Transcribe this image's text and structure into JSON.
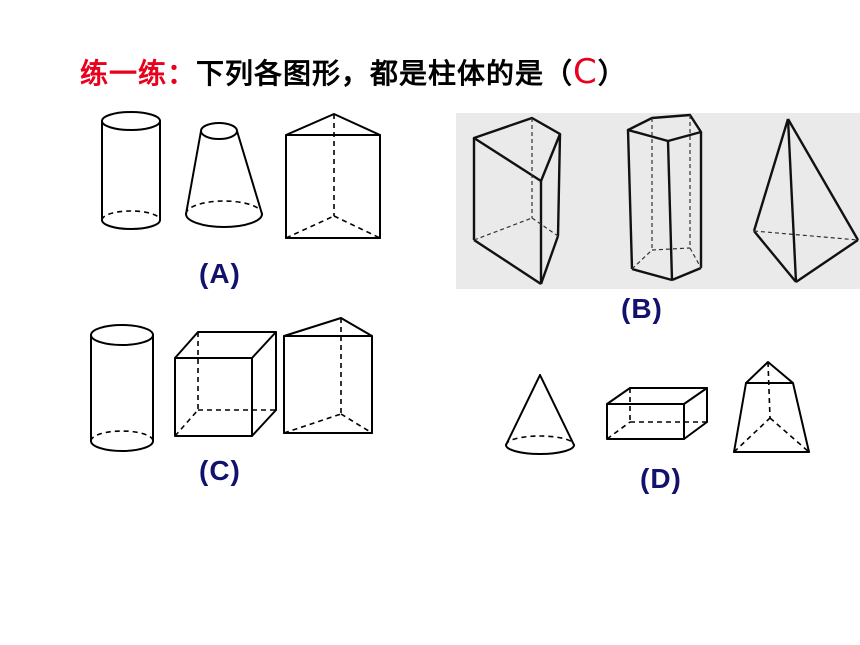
{
  "question": {
    "prefix": "练一练：",
    "text": "下列各图形，都是柱体的是（",
    "answer": "C",
    "suffix": "）"
  },
  "options": [
    {
      "label": "(A)",
      "shapes": [
        "cylinder",
        "frustum",
        "triangular-prism"
      ]
    },
    {
      "label": "(B)",
      "shapes": [
        "triangular-prism",
        "pentagonal-prism",
        "triangular-pyramid"
      ]
    },
    {
      "label": "(C)",
      "shapes": [
        "cylinder",
        "cube",
        "triangular-prism"
      ]
    },
    {
      "label": "(D)",
      "shapes": [
        "cone",
        "cuboid",
        "frustum"
      ]
    }
  ]
}
